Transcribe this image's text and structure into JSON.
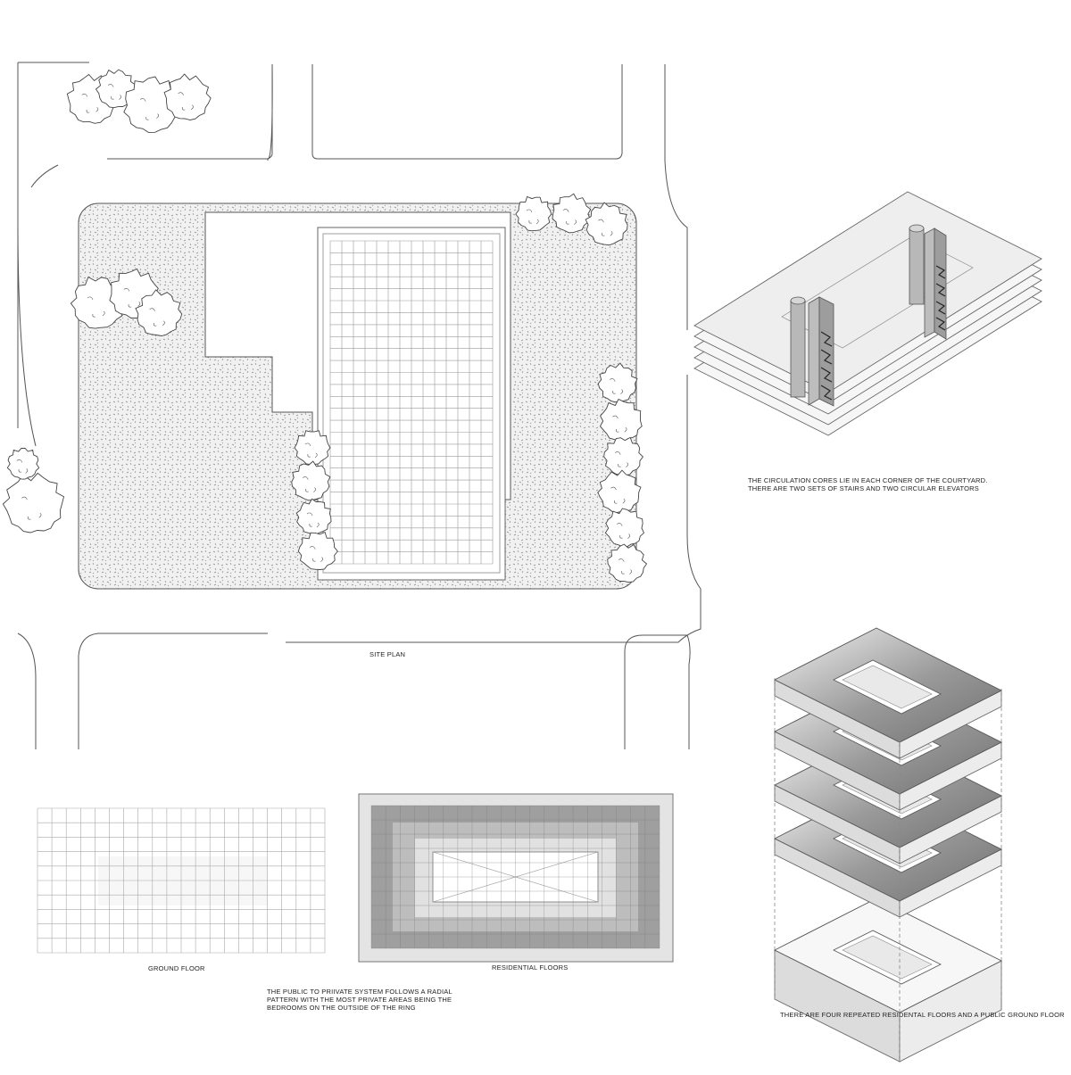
{
  "captions": {
    "site_plan": "SITE PLAN",
    "circulation": "THE CIRCULATION CORES LIE IN EACH CORNER OF THE COURTYARD.\n THERE ARE TWO SETS OF STAIRS AND TWO CIRCULAR ELEVATORS",
    "ground_floor": "GROUND FLOOR",
    "residential_floors": "RESIDENTIAL FLOORS",
    "radial": "THE PUBLIC TO PRIIVATE SYSTEM FOLLOWS A RADIAL\nPATTERN WITH THE MOST PRIVATE AREAS BEING THE\nBEDROOMS ON THE OUTSIDE OF THE RING",
    "stack": "THERE ARE FOUR REPEATED RESIDENTAL FLOORS AND A PUBLIC GROUND FLOOR"
  },
  "colors": {
    "line": "#555555",
    "paving_fill": "#ececec",
    "slab_dark": "#8c8c8c",
    "slab_light": "#e6e6e6",
    "ring_band": "#b9b9b9",
    "tree_fill": "#ffffff"
  }
}
